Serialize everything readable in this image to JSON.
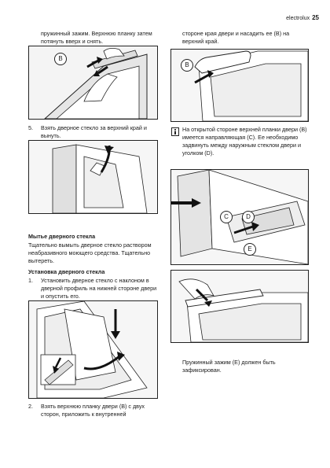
{
  "header": {
    "brand": "electrolux",
    "page_number": "25"
  },
  "left": {
    "p1": "пружинный зажим. Верхнюю планку затем потянуть вверх и снять.",
    "step5_num": "5.",
    "step5_text": "Взять дверное стекло за верхний край и вынуть.",
    "wash_title": "Мытье дверного стекла",
    "wash_text": "Тщательно вымыть дверное стекло раствором неабразивного моющего средства. Тщательно вытереть.",
    "install_title": "Установка дверного стекла",
    "step1_num": "1.",
    "step1_text": "Установить дверное стекло с наклоном в дверной профиль на нижней стороне двери и опустить его.",
    "step2_num": "2.",
    "step2_text": "Взять верхнюю планку двери (B) с двух сторон, приложить к внутренней"
  },
  "right": {
    "p1": "стороне края двери и насадить ее (B) на верхний край.",
    "note": "На открытой стороне верхней планки двери (B) имеется направляющая (C). Ее необходимо задвинуть между наружным стеклом двери и уголком (D).",
    "p_last": "Пружинный зажим (E) должен быть зафиксирован."
  },
  "labels": {
    "b": "B",
    "c": "C",
    "d": "D",
    "e": "E"
  },
  "icons": {
    "note": "info-note-icon"
  },
  "colors": {
    "text": "#1a1a1a",
    "line": "#222222",
    "fill_gray": "#e6e6e6",
    "arrow": "#111111"
  }
}
